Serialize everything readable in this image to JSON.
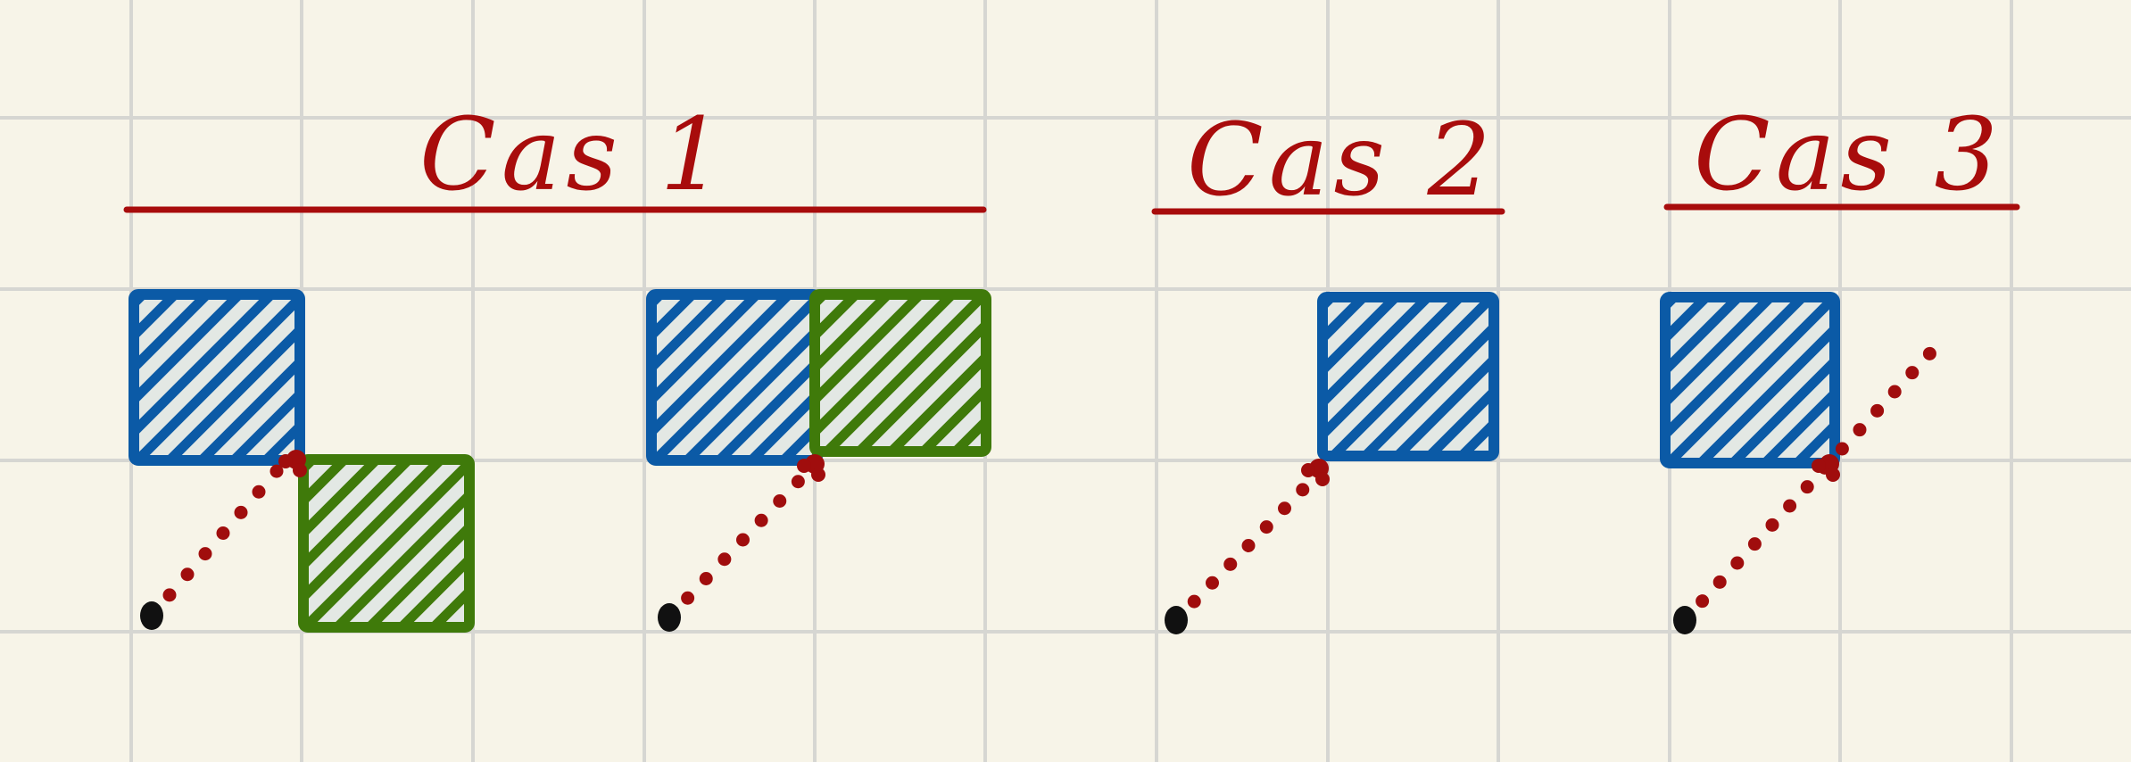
{
  "titles": [
    "Cas 1",
    "Cas 2",
    "Cas 3"
  ],
  "colors": {
    "background": "#f7f4e8",
    "grid": "#d6d6d2",
    "title_red": "#a80c0c",
    "dot_red": "#a00d0d",
    "blue_square": "#0b5aa6",
    "green_square": "#3f7a0a",
    "square_fill": "#e3e8e4",
    "start_dot": "#111111"
  }
}
